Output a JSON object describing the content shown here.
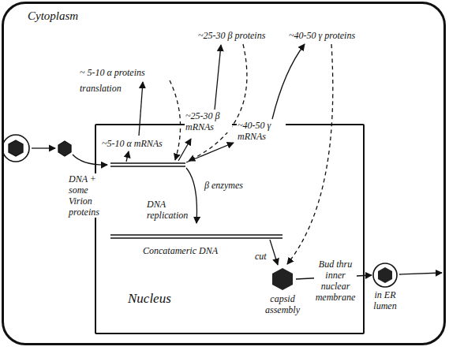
{
  "diagram": {
    "nodes": [
      {
        "text": [
          "Cytoplasm"
        ]
      },
      {
        "text": [
          "Nucleus"
        ],
        "in": 0
      },
      {
        "text": [
          "capsid assembly"
        ],
        "in": 1
      },
      {
        "text": [
          "in ER lumen"
        ],
        "in": 0
      }
    ],
    "edges": [
      {
        "from": 2,
        "to": 3,
        "arrow": "to",
        "label": "Bud thru inner nuclear membrane"
      }
    ],
    "labels": [
      "~ 5-10 α proteins",
      "translation",
      "~25-30 β proteins",
      "~40-50 γ proteins",
      "~5-10 α mRNAs",
      "~25-30 β mRNAs",
      "~40-50 γ mRNAs",
      "β enzymes",
      "DNA replication",
      "Concatameric DNA",
      "cut",
      "DNA + some Virion proteins"
    ]
  }
}
